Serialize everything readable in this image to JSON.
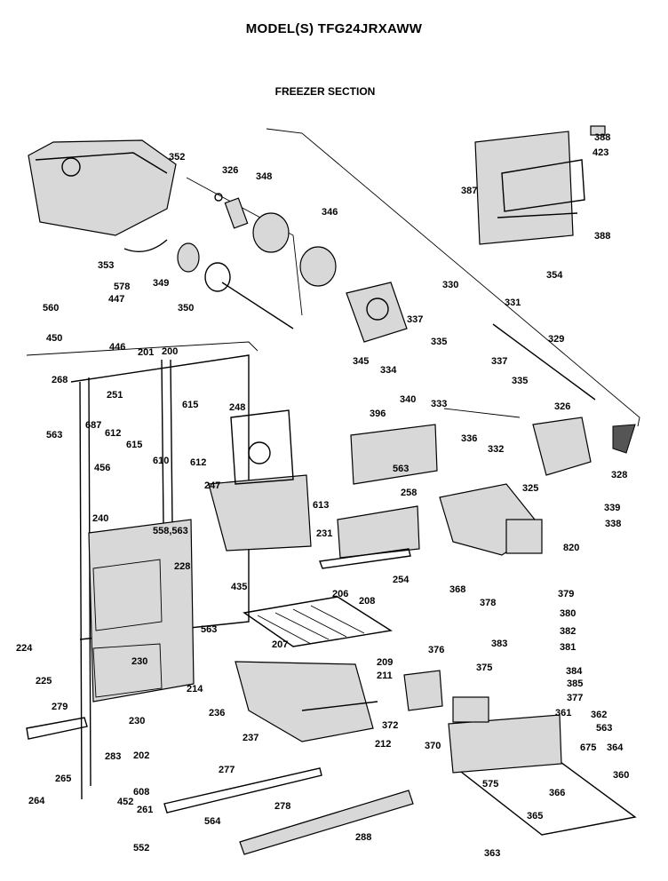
{
  "header": {
    "model": "MODEL(S) TFG24JRXAWW",
    "section": "FREEZER SECTION"
  },
  "part_labels": [
    "352",
    "326",
    "348",
    "346",
    "353",
    "349",
    "350",
    "578",
    "447",
    "560",
    "450",
    "446",
    "201",
    "200",
    "268",
    "563",
    "251",
    "687",
    "612",
    "615",
    "610",
    "615",
    "248",
    "612",
    "456",
    "247",
    "613",
    "240",
    "558,563",
    "228",
    "435",
    "563",
    "230",
    "224",
    "225",
    "279",
    "230",
    "214",
    "236",
    "237",
    "202",
    "283",
    "265",
    "264",
    "608",
    "452",
    "261",
    "552",
    "277",
    "278",
    "564",
    "288",
    "206",
    "208",
    "207",
    "209",
    "211",
    "212",
    "231",
    "258",
    "254",
    "396",
    "563",
    "345",
    "334",
    "340",
    "337",
    "335",
    "333",
    "330",
    "331",
    "329",
    "354",
    "337",
    "335",
    "336",
    "332",
    "326",
    "325",
    "328",
    "339",
    "338",
    "820",
    "368",
    "378",
    "379",
    "380",
    "382",
    "381",
    "376",
    "375",
    "383",
    "384",
    "385",
    "377",
    "372",
    "370",
    "361",
    "362",
    "563",
    "675",
    "364",
    "360",
    "575",
    "366",
    "365",
    "363",
    "387",
    "388",
    "388",
    "423"
  ]
}
